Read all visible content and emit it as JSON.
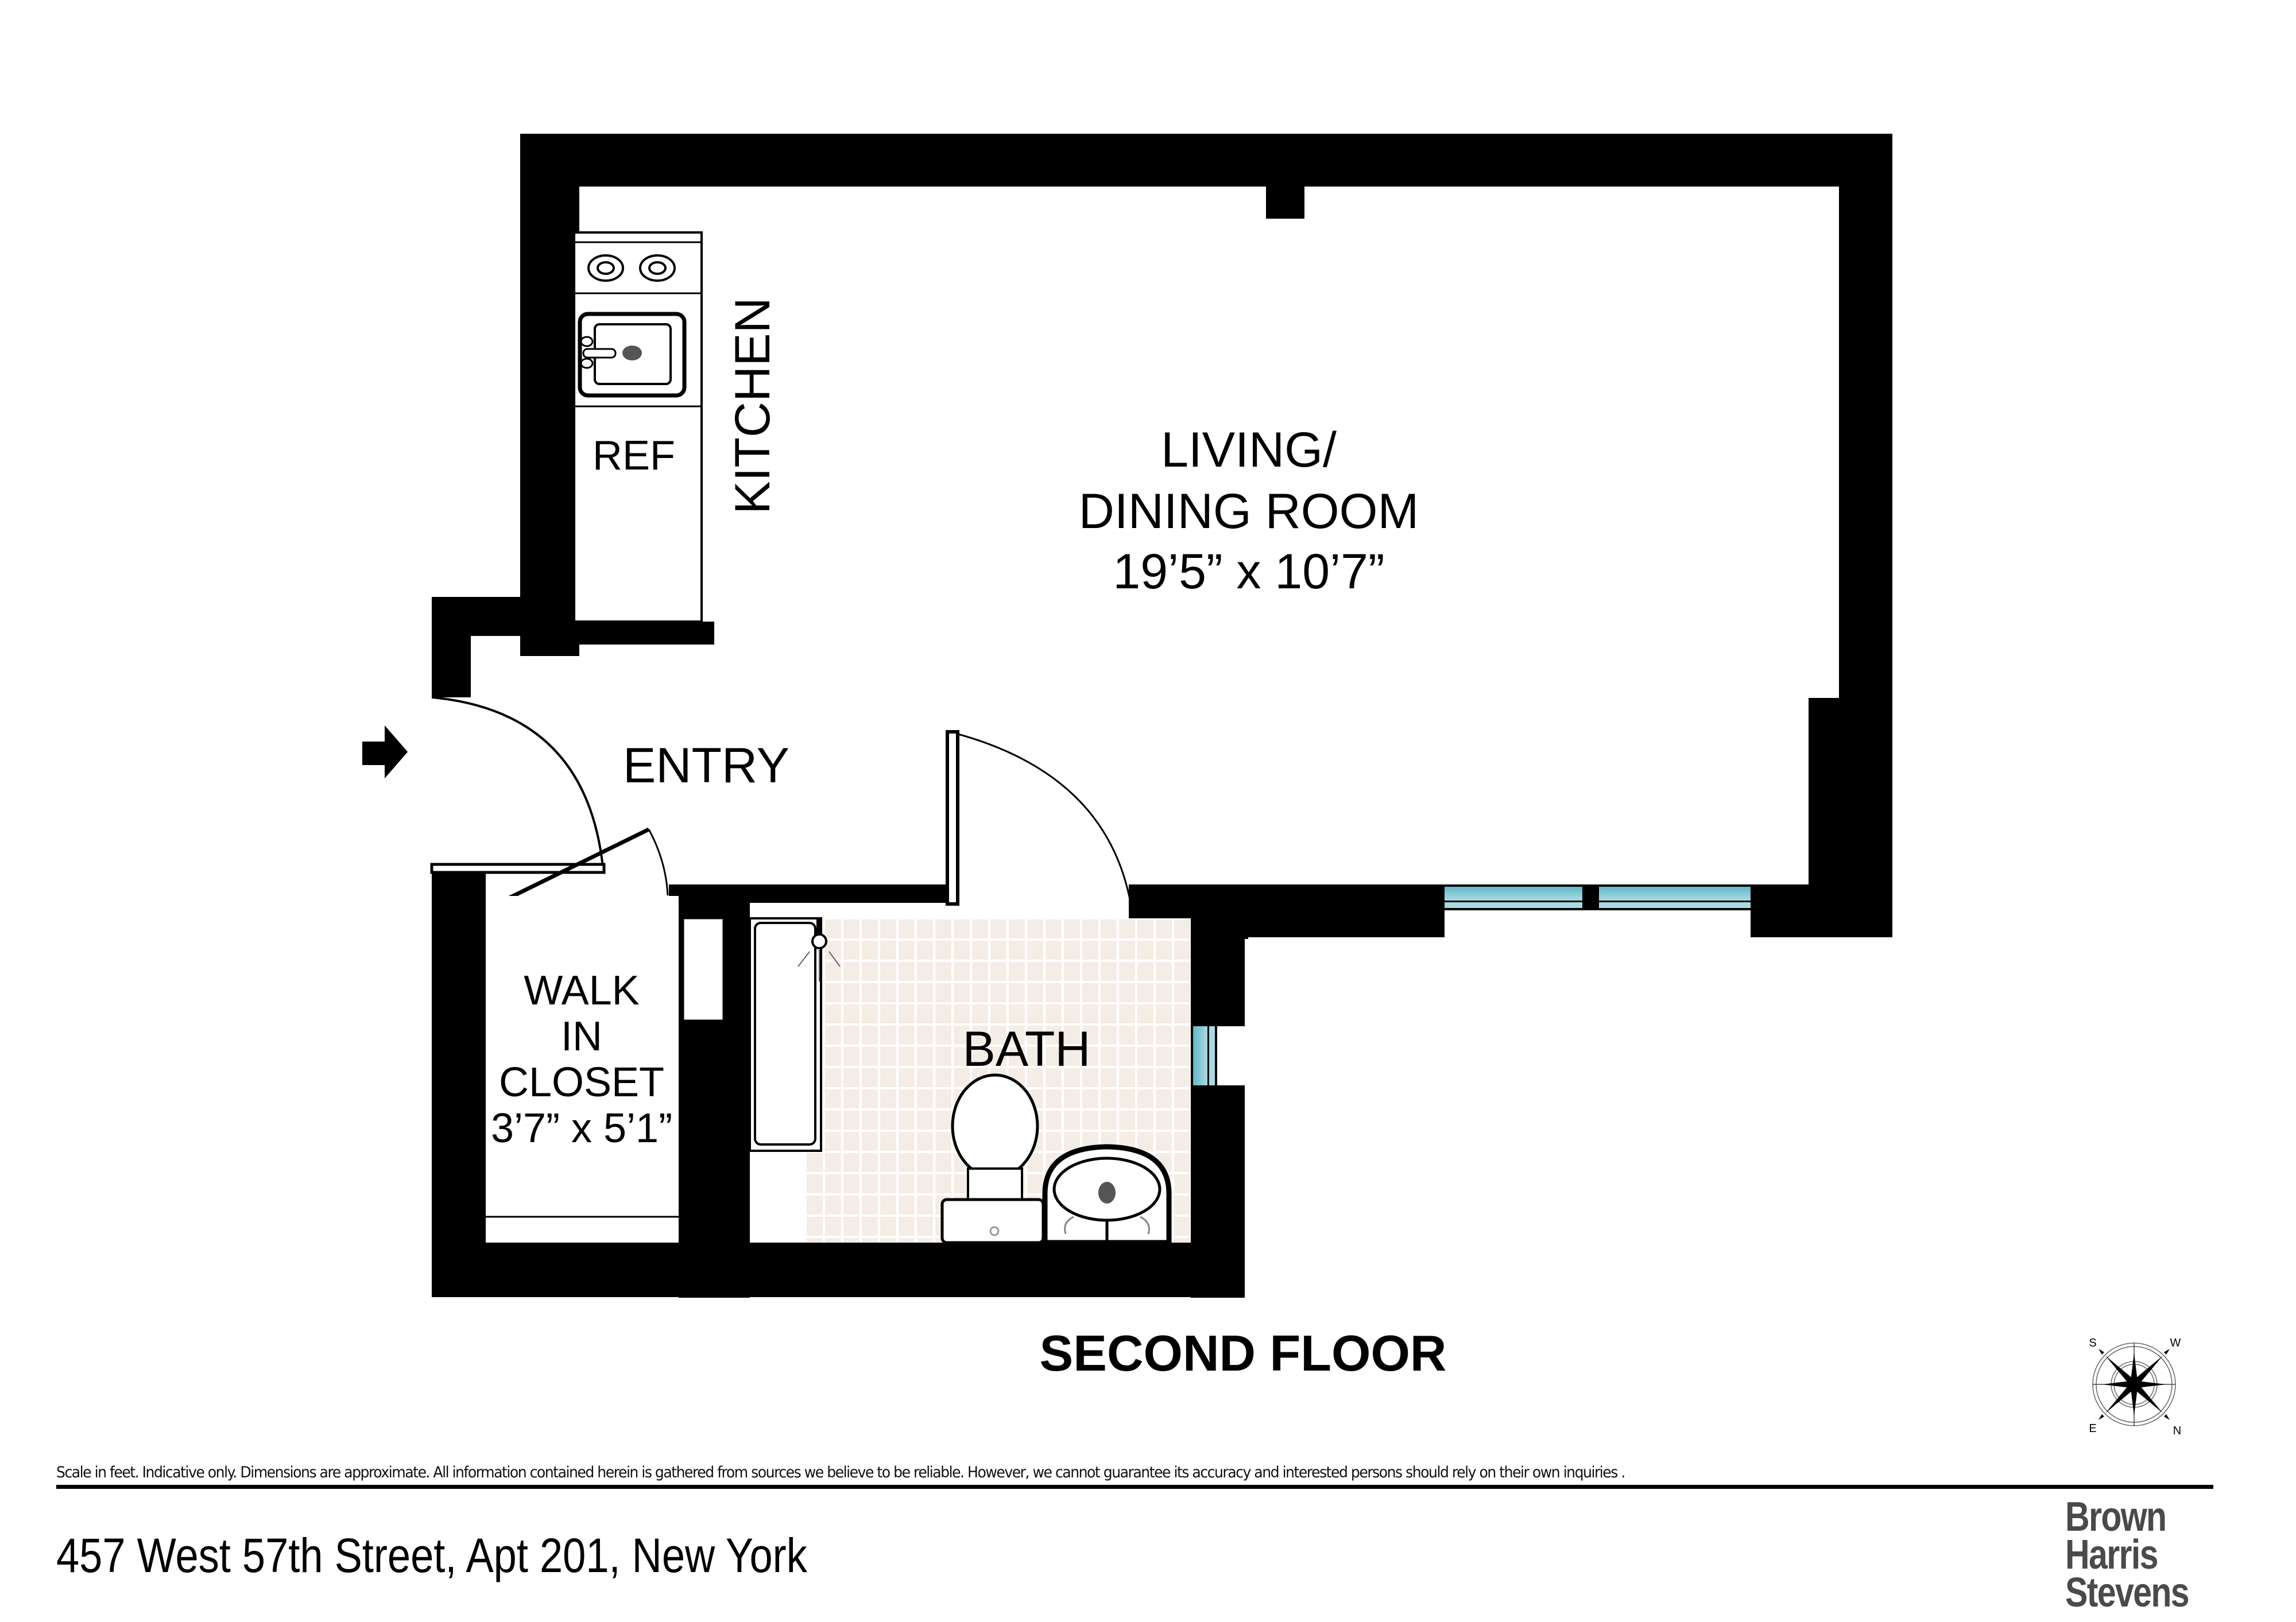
{
  "floor_plan": {
    "title": "SECOND FLOOR",
    "rooms": {
      "living": {
        "line1": "LIVING/",
        "line2": "DINING ROOM",
        "dimensions": "19’5” x 10’7”"
      },
      "kitchen": {
        "label": "KITCHEN",
        "appliance_ref": "REF"
      },
      "entry": {
        "label": "ENTRY"
      },
      "bath": {
        "label": "BATH"
      },
      "closet": {
        "line1": "WALK",
        "line2": "IN",
        "line3": "CLOSET",
        "dimensions": "3’7” x 5’1”"
      }
    },
    "icons": [
      "entry-arrow-icon",
      "stove-burner-icon",
      "kitchen-sink-icon",
      "bathtub-icon",
      "shower-head-icon",
      "toilet-icon",
      "bathroom-sink-icon",
      "door-swing-icon",
      "window-icon",
      "compass-rose-icon"
    ],
    "colors": {
      "wall": "#000000",
      "window_glass": "#6dbfcc",
      "bath_tile": "#f3ede6",
      "sink_drain": "#555555"
    }
  },
  "compass": {
    "top_left": "S",
    "top_right": "W",
    "bottom_left": "E",
    "bottom_right": "N"
  },
  "footer": {
    "disclaimer": "Scale in feet. Indicative only. Dimensions are approximate. All information contained herein is gathered from sources we believe to be reliable. However, we cannot guarantee its accuracy and interested persons should rely on their own inquiries .",
    "address": "457 West 57th Street, Apt 201, New York",
    "brand": {
      "line1": "Brown",
      "line2": "Harris",
      "line3": "Stevens"
    }
  }
}
